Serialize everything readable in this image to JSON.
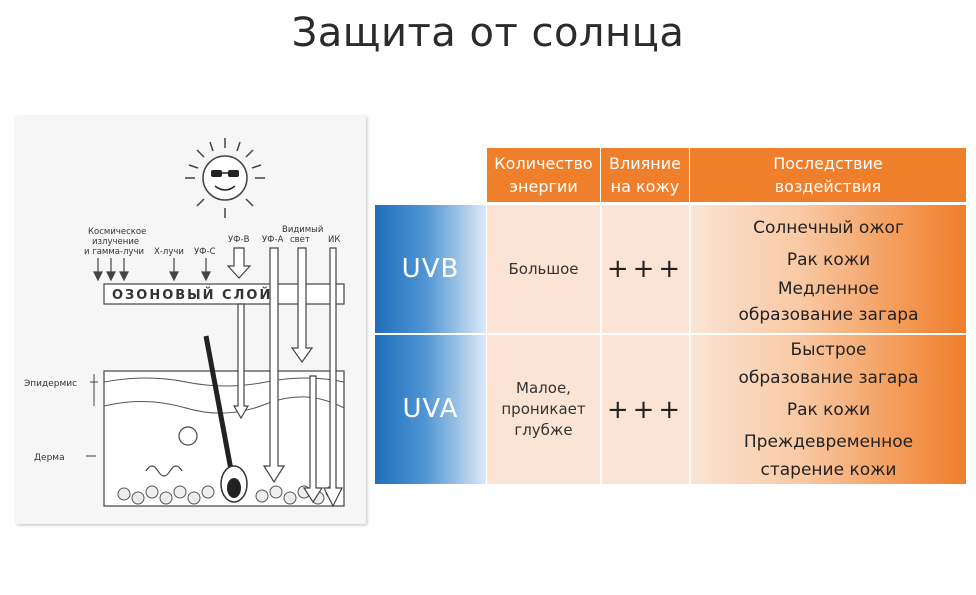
{
  "title": "Защита от солнца",
  "diagram": {
    "labels": {
      "cosmic": [
        "Космическое",
        "излучение",
        "и гамма-лучи"
      ],
      "xray": "Х-лучи",
      "uvc": "УФ-С",
      "uvb": "УФ-В",
      "uva": "УФ-А",
      "visible": [
        "Видимый",
        "свет"
      ],
      "ir": "ИК",
      "ozone": "ОЗОНОВЫЙ СЛОЙ",
      "epidermis": "Эпидермис",
      "derma": "Дерма"
    }
  },
  "table": {
    "headers": {
      "energy": "Количество энергии",
      "influence": "Влияние на кожу",
      "consequence": "Последствие воздействия"
    },
    "rows": [
      {
        "label": "UVB",
        "energy": "Большое",
        "influence": "+++",
        "consequences": [
          "Солнечный ожог",
          "Рак кожи",
          "Медленное",
          "образование загара"
        ]
      },
      {
        "label": "UVA",
        "energy": "Малое, проникает глубже",
        "influence": "+++",
        "consequences": [
          "Быстрое",
          "образование загара",
          "Рак кожи",
          "Преждевременное",
          "старение кожи"
        ]
      }
    ]
  },
  "colors": {
    "orange": "#f07f2c",
    "peach": "#fbe3d3",
    "blue": "#2a7bc4"
  }
}
